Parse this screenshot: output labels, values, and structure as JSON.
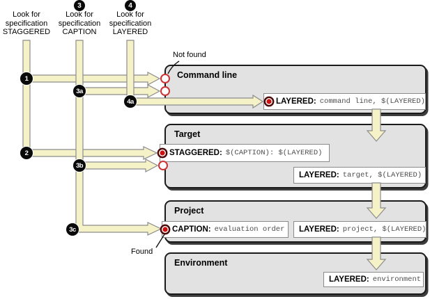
{
  "lookups": [
    {
      "badge": "",
      "lines": [
        "Look for",
        "specification",
        "STAGGERED"
      ]
    },
    {
      "badge": "3",
      "lines": [
        "Look for",
        "specification",
        "CAPTION"
      ]
    },
    {
      "badge": "4",
      "lines": [
        "Look for",
        "specification",
        "LAYERED"
      ]
    }
  ],
  "step_badges": {
    "s1": "1",
    "s2": "2",
    "s3a": "3a",
    "s3b": "3b",
    "s3c": "3c",
    "s4a": "4a"
  },
  "annotations": {
    "not_found": "Not found",
    "found": "Found"
  },
  "scopes": [
    {
      "title": "Command line"
    },
    {
      "title": "Target"
    },
    {
      "title": "Project"
    },
    {
      "title": "Environment"
    }
  ],
  "specs": [
    {
      "keyword": "LAYERED:",
      "value": "command line, $(LAYERED)",
      "marker": "found"
    },
    {
      "keyword": "STAGGERED:",
      "value": "$(CAPTION): $(LAYERED)",
      "marker": "found"
    },
    {
      "keyword": "LAYERED:",
      "value": "target, $(LAYERED)",
      "marker": "none"
    },
    {
      "keyword": "CAPTION:",
      "value": "evaluation order",
      "marker": "found"
    },
    {
      "keyword": "LAYERED:",
      "value": "project, $(LAYERED)",
      "marker": "none"
    },
    {
      "keyword": "LAYERED:",
      "value": "environment",
      "marker": "none"
    }
  ],
  "colors": {
    "arrow_fill": "#f5f2c8",
    "arrow_border": "#8c8c8c",
    "box_fill": "#e2e2e2",
    "box_border": "#1a1a1a",
    "found_red": "#cc1111",
    "mono_text": "#4d4d4d"
  }
}
